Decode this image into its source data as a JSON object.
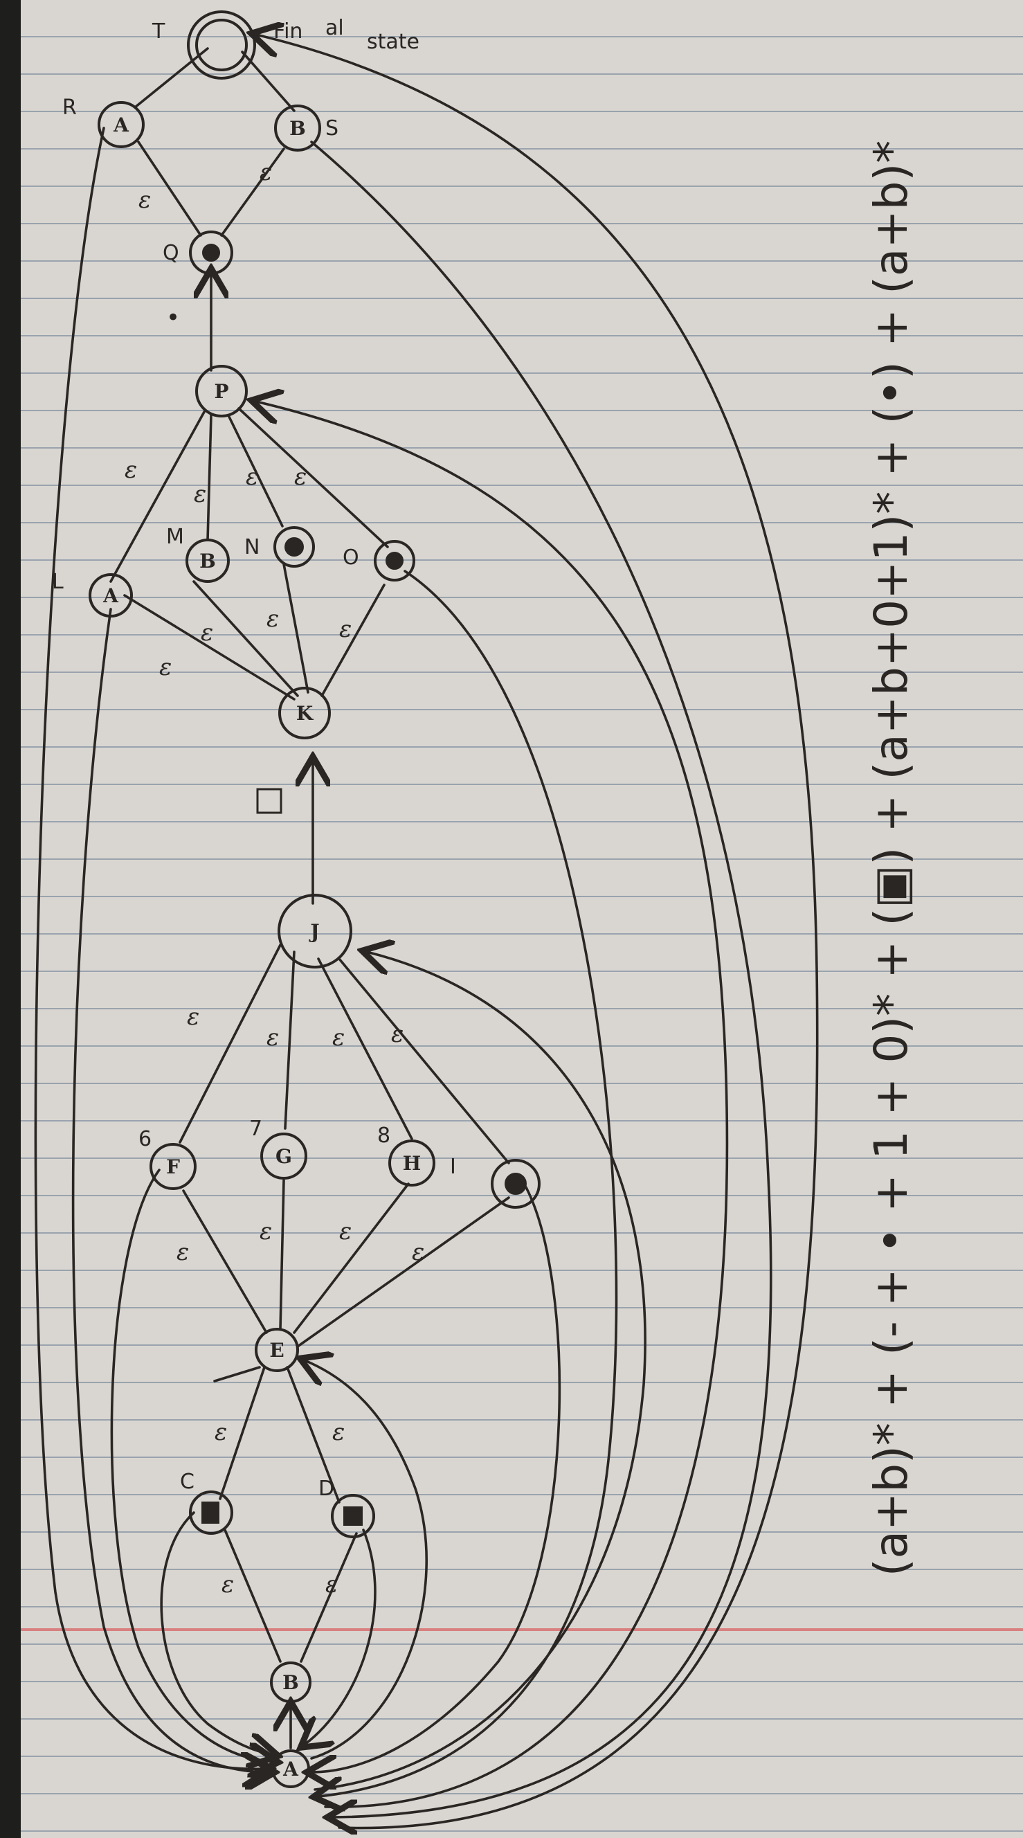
{
  "regex": "(a+b)* + (- + • + 1 + 0)* + (▣) + (a+b+0+1)* + (•) + (a+b)*",
  "transition_labels": {
    "epsilon": "ε",
    "box": "▣",
    "dot": "•"
  },
  "final_state_note": {
    "line1": "Fin",
    "line2": "al",
    "line3": "state"
  },
  "states": [
    {
      "id": "start",
      "label": "A",
      "tag": ""
    },
    {
      "id": "b1",
      "label": "B",
      "tag": ""
    },
    {
      "id": "c",
      "label": "",
      "tag": "C"
    },
    {
      "id": "d",
      "label": "",
      "tag": "D"
    },
    {
      "id": "e",
      "label": "E",
      "tag": ""
    },
    {
      "id": "f",
      "label": "F",
      "tag": "6"
    },
    {
      "id": "g",
      "label": "G",
      "tag": "7"
    },
    {
      "id": "h",
      "label": "H",
      "tag": "8"
    },
    {
      "id": "i",
      "label": "",
      "tag": "I"
    },
    {
      "id": "j",
      "label": "J",
      "tag": ""
    },
    {
      "id": "k",
      "label": "K",
      "tag": ""
    },
    {
      "id": "l",
      "label": "A",
      "tag": "L"
    },
    {
      "id": "m",
      "label": "B",
      "tag": "M"
    },
    {
      "id": "n",
      "label": "",
      "tag": "N"
    },
    {
      "id": "o",
      "label": "",
      "tag": "O"
    },
    {
      "id": "p",
      "label": "P",
      "tag": ""
    },
    {
      "id": "q",
      "label": "",
      "tag": "Q"
    },
    {
      "id": "r",
      "label": "A",
      "tag": "R"
    },
    {
      "id": "s",
      "label": "B",
      "tag": "S"
    },
    {
      "id": "t",
      "label": "",
      "tag": "T"
    }
  ]
}
